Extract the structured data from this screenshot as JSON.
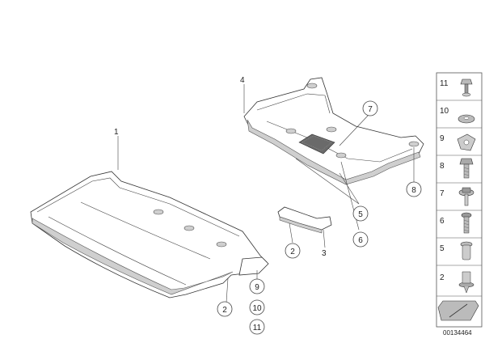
{
  "callouts": {
    "p1": "1",
    "p4": "4",
    "p3": "3",
    "c7": "7",
    "c8": "8",
    "c5": "5",
    "c6": "6",
    "c2a": "2",
    "c9": "9",
    "c2b": "2",
    "c10": "10",
    "c11": "11"
  },
  "side_panel": {
    "items": [
      "11",
      "10",
      "9",
      "8",
      "7",
      "6",
      "5",
      "2"
    ]
  },
  "doc_number": "00134464"
}
